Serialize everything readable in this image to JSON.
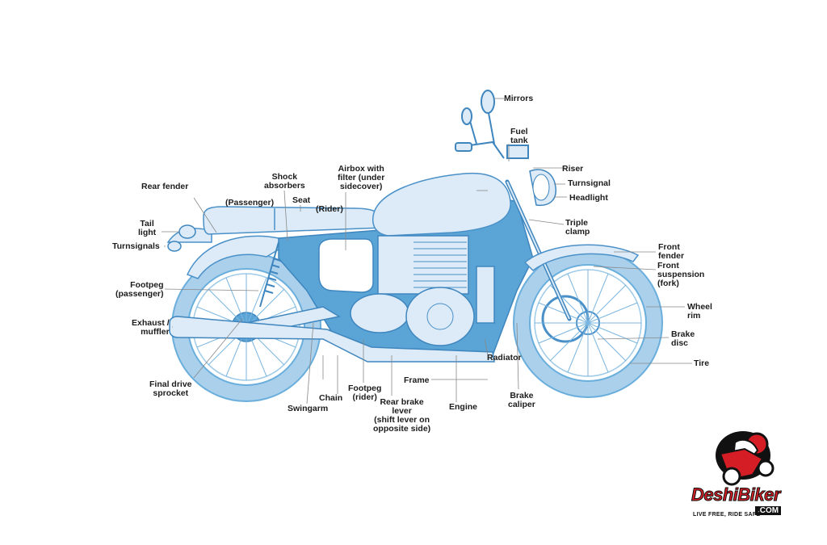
{
  "labels": {
    "mirrors": "Mirrors",
    "fuel_tank": "Fuel\ntank",
    "riser": "Riser",
    "turnsignal": "Turnsignal",
    "headlight": "Headlight",
    "triple_clamp": "Triple\nclamp",
    "front_fender": "Front\nfender",
    "front_suspension": "Front\nsuspension\n(fork)",
    "wheel_rim": "Wheel\nrim",
    "brake_disc": "Brake\ndisc",
    "tire": "Tire",
    "radiator": "Radiator",
    "brake_caliper": "Brake\ncaliper",
    "engine": "Engine",
    "frame": "Frame",
    "rear_brake_lever": "Rear brake\nlever\n(shift lever on\nopposite side)",
    "footpeg_rider": "Footpeg\n(rider)",
    "chain": "Chain",
    "swingarm": "Swingarm",
    "final_drive": "Final drive\nsprocket",
    "exhaust": "Exhaust /\nmuffler",
    "footpeg_passenger": "Footpeg\n(passenger)",
    "turnsignals": "Turnsignals",
    "tail_light": "Tail\nlight",
    "rear_fender": "Rear fender",
    "passenger": "(Passenger)",
    "shock_absorbers": "Shock\nabsorbers",
    "seat": "Seat",
    "rider": "(Rider)",
    "airbox": "Airbox with\nfilter (under\nsidecover)"
  },
  "logo": {
    "name": "DeshiBiker",
    "suffix": ".COM",
    "tagline": "LIVE FREE, RIDE SAFE"
  },
  "colors": {
    "body_fill": "#dcebf7",
    "frame_blue": "#5aa4d6",
    "tire_blue": "#aad0ec",
    "outline": "#4a90c8",
    "brand_red": "#d41d24"
  }
}
